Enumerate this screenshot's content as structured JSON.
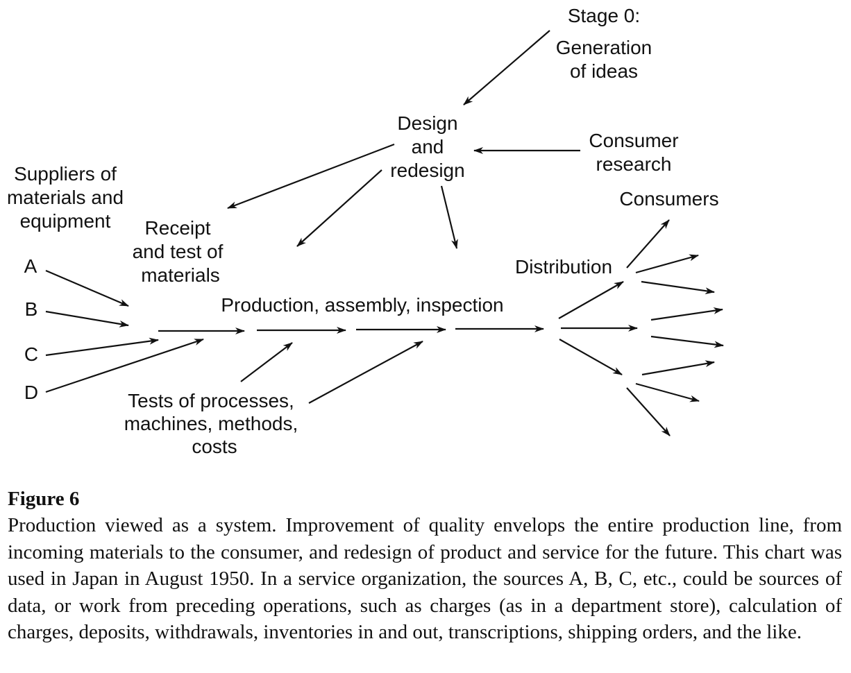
{
  "diagram": {
    "stage0_line1": "Stage 0:",
    "stage0_line2": "Generation",
    "stage0_line3": "of ideas",
    "design_line1": "Design",
    "design_line2": "and",
    "design_line3": "redesign",
    "consumer_research_line1": "Consumer",
    "consumer_research_line2": "research",
    "consumers": "Consumers",
    "suppliers_line1": "Suppliers of",
    "suppliers_line2": "materials and",
    "suppliers_line3": "equipment",
    "receipt_line1": "Receipt",
    "receipt_line2": "and test of",
    "receipt_line3": "materials",
    "source_a": "A",
    "source_b": "B",
    "source_c": "C",
    "source_d": "D",
    "production": "Production, assembly, inspection",
    "distribution": "Distribution",
    "tests_line1": "Tests of processes,",
    "tests_line2": "machines, methods,",
    "tests_line3": "costs"
  },
  "caption": {
    "title": "Figure 6",
    "text": "Production viewed as a system. Improvement of quality envelops the entire production line, from incoming materials to the consumer, and redesign of product and service for the future. This chart was used in Japan in August 1950. In a service organization, the sources A, B, C, etc., could be sources of data, or work from preceding operations, such as charges (as in a department store), calculation of charges, deposits, withdrawals, inventories in and out, transcriptions, shipping orders, and the like."
  }
}
